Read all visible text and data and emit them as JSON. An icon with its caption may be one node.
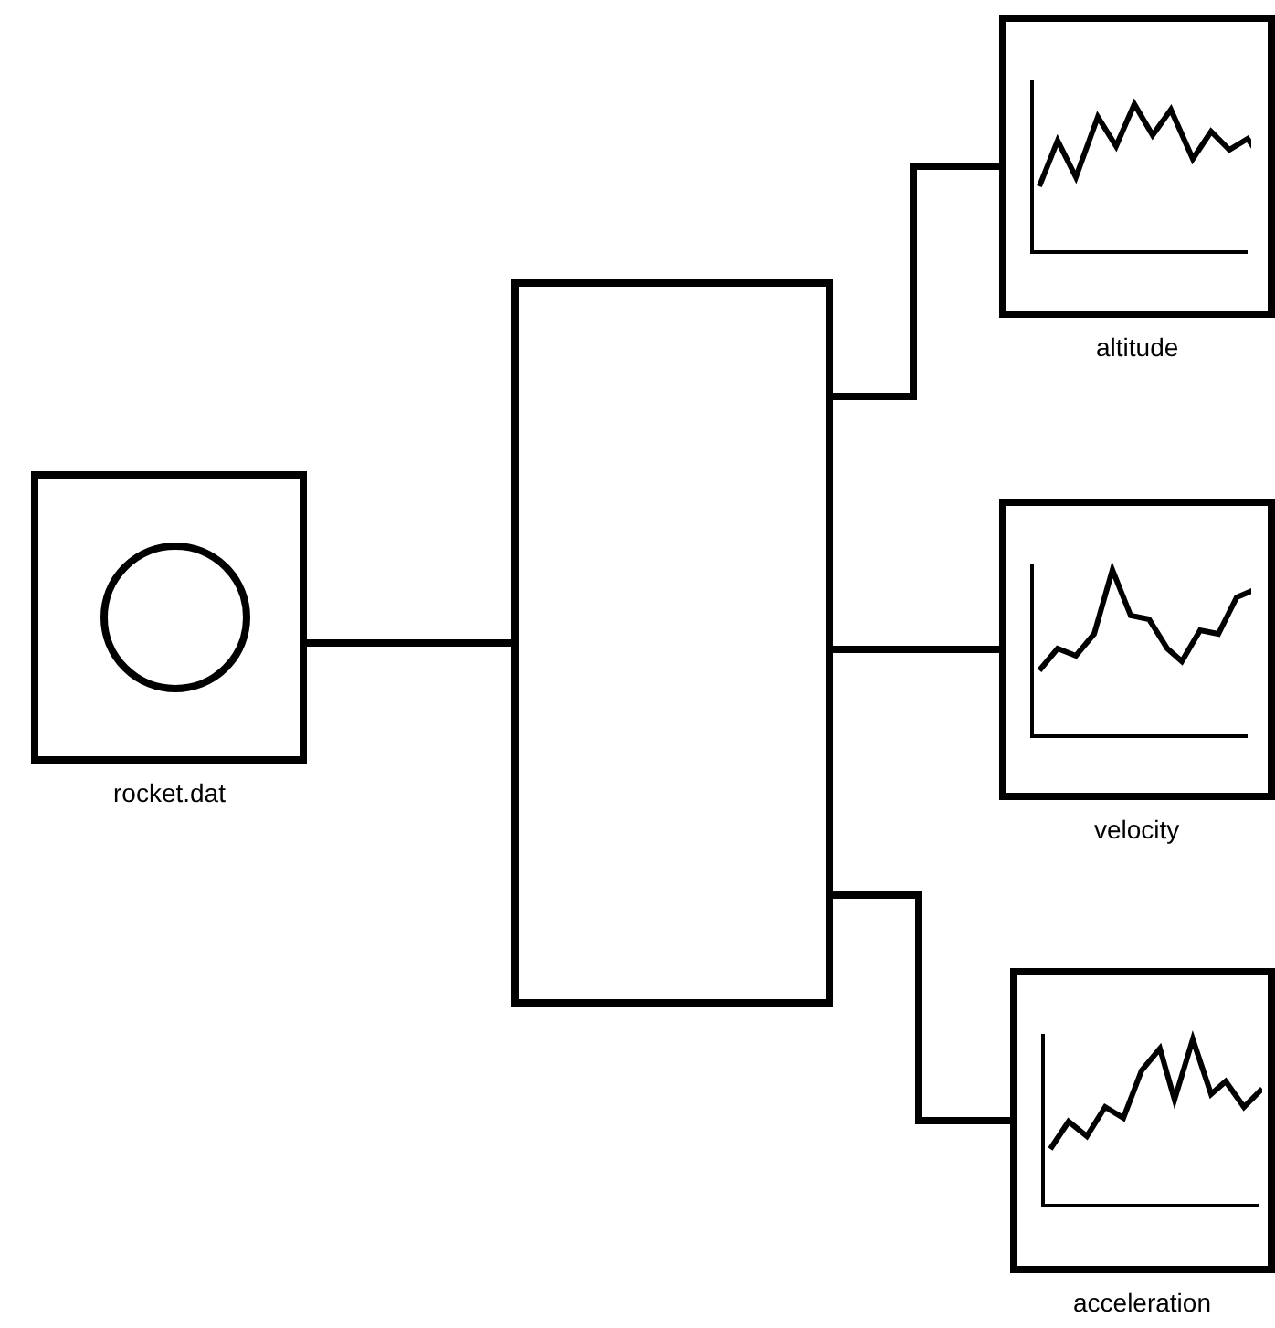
{
  "diagram": {
    "nodes": [
      {
        "text": [
          "rocket.dat"
        ]
      },
      {
        "text": [],
        "shape": "box"
      },
      {
        "text": [
          "altitude"
        ]
      },
      {
        "text": [
          "velocity"
        ]
      },
      {
        "text": [
          "acceleration"
        ]
      }
    ],
    "edges": [
      {
        "from": 0,
        "to": 1,
        "arrow": "none"
      },
      {
        "from": 1,
        "to": 2,
        "arrow": "none"
      },
      {
        "from": 1,
        "to": 3,
        "arrow": "none"
      },
      {
        "from": 1,
        "to": 4,
        "arrow": "none"
      }
    ]
  }
}
